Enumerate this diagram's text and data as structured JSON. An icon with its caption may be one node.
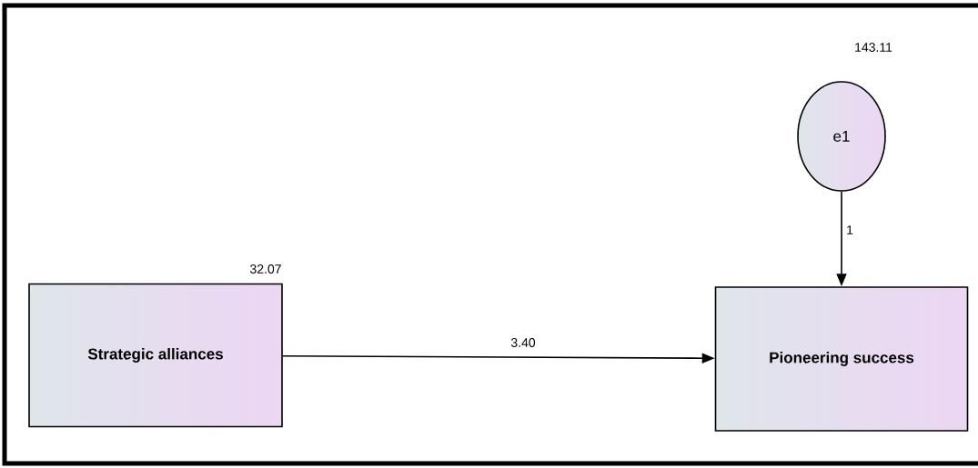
{
  "diagram": {
    "nodes": [
      {
        "text": [
          "Strategic alliances"
        ],
        "beside": [
          "32.07"
        ]
      },
      {
        "text": [
          "e1"
        ],
        "beside": [
          "143.11"
        ]
      },
      {
        "text": [
          "Pioneering success"
        ]
      }
    ],
    "edges": [
      {
        "from": 0,
        "to": 2,
        "arrow": "to",
        "label": "3.40"
      },
      {
        "from": 1,
        "to": 2,
        "arrow": "to",
        "label": "1"
      }
    ]
  }
}
